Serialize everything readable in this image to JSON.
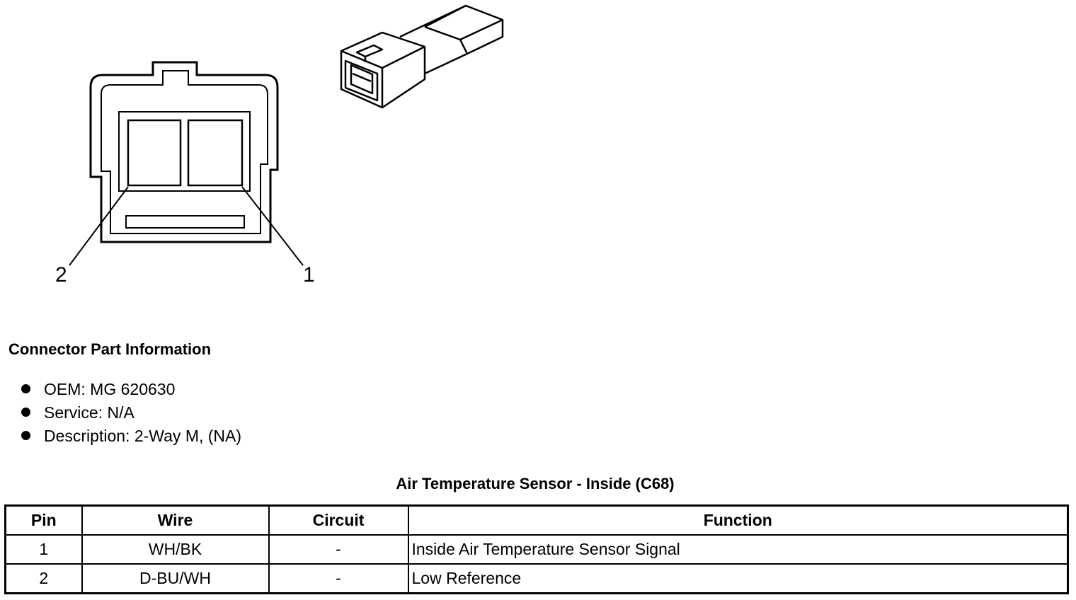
{
  "diagram": {
    "pin_labels": [
      "1",
      "2"
    ]
  },
  "connector_info": {
    "title": "Connector Part Information",
    "items": [
      "OEM: MG 620630",
      "Service: N/A",
      "Description: 2-Way M, (NA)"
    ]
  },
  "table": {
    "title": "Air Temperature Sensor - Inside (C68)",
    "headers": [
      "Pin",
      "Wire",
      "Circuit",
      "Function"
    ],
    "rows": [
      [
        "1",
        "WH/BK",
        "-",
        "Inside Air Temperature Sensor Signal"
      ],
      [
        "2",
        "D-BU/WH",
        "-",
        "Low Reference"
      ]
    ]
  }
}
